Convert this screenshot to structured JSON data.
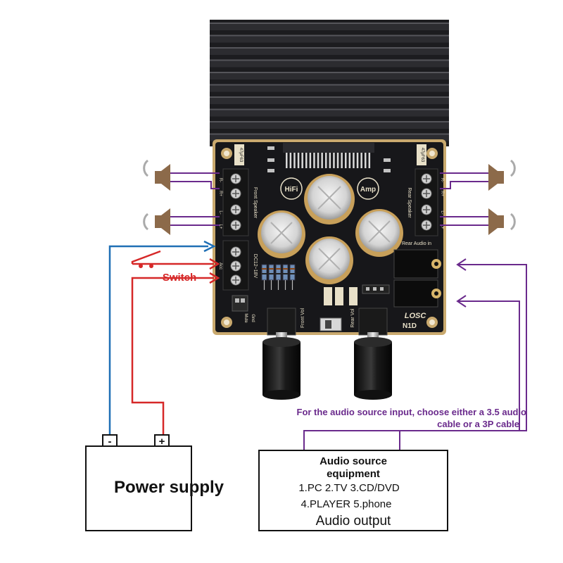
{
  "colors": {
    "wire_blue": "#1f6fb5",
    "wire_red": "#d62828",
    "wire_purple": "#6a2a8c",
    "pcb": "#17171a",
    "pcb_border": "#c9a96e",
    "heatsink": "#1c1c1f",
    "capacitor": "#c8a05a"
  },
  "board": {
    "logo_hifi": "HiFi",
    "logo_amp": "Amp",
    "brand": "LOSC",
    "model": "N1D",
    "front_speaker_label": "Front Speaker",
    "rear_speaker_label": "Rear Speaker",
    "rear_audio_in_label": "Rear Audio in",
    "dc_label": "DC12~18V",
    "acc_label": "Acc",
    "front_vol_label": "Front Vol",
    "rear_vol_label": "Rear Vol",
    "mute_label": "Mute",
    "gnd_label": "Gnd",
    "cap_label": "47μF63",
    "pin_r_minus": "R-",
    "pin_r_plus": "R+",
    "pin_l_minus": "L-",
    "pin_l_plus": "L+"
  },
  "labels": {
    "switch": "Switch",
    "audio_note_line1": "For the audio source input, choose either a 3.5 audio",
    "audio_note_line2": "cable or a 3P cable",
    "power_supply": "Power supply",
    "power_minus": "-",
    "power_plus": "+",
    "source_title_line1": "Audio source",
    "source_title_line2": "equipment",
    "source_list_line1": "1.PC  2.TV  3.CD/DVD",
    "source_list_line2": "4.PLAYER  5.phone",
    "source_output": "Audio output"
  }
}
